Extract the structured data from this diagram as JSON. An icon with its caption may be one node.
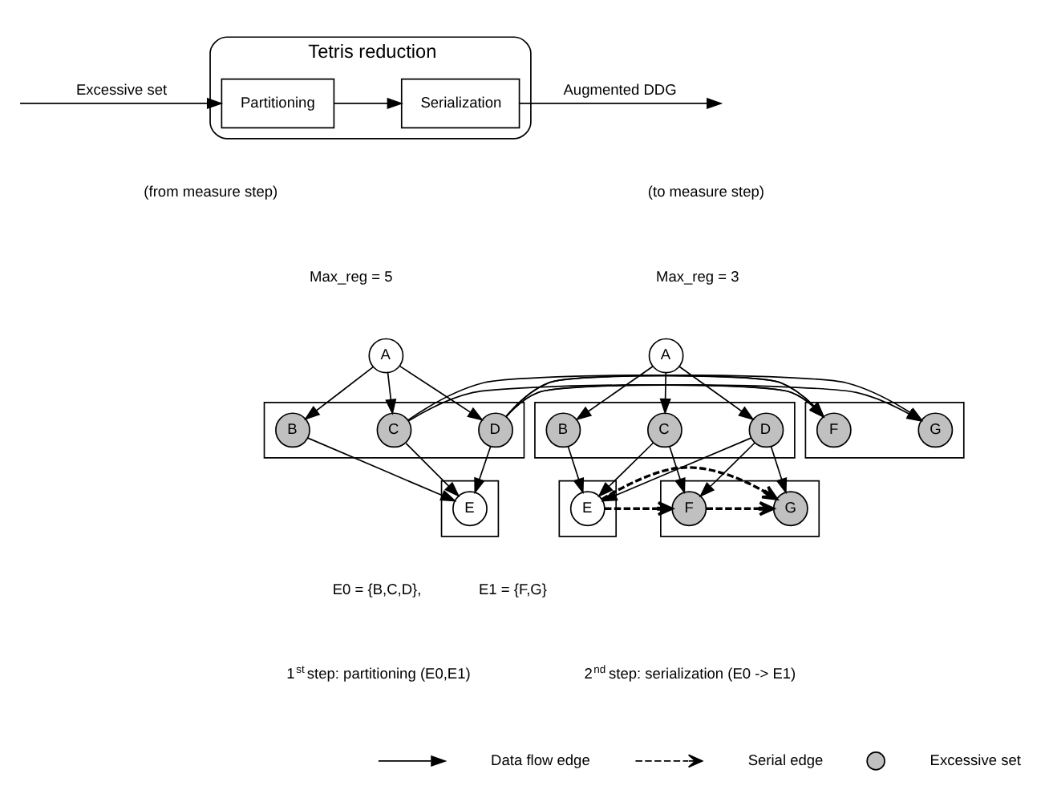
{
  "diagram": {
    "nodes": [
      {
        "text": [
          "Tetris reduction"
        ]
      },
      {
        "text": [
          "Partitioning"
        ],
        "in": 0
      },
      {
        "text": [
          "Serialization"
        ],
        "in": 0
      },
      {
        "text": [
          "A"
        ]
      },
      {
        "text": [],
        "shape": "box"
      },
      {
        "text": [
          "B"
        ],
        "in": 4
      },
      {
        "text": [
          "C"
        ],
        "in": 4
      },
      {
        "text": [
          "D"
        ],
        "in": 4
      },
      {
        "text": [],
        "shape": "box"
      },
      {
        "text": [
          "F"
        ],
        "in": 8
      },
      {
        "text": [
          "G"
        ],
        "in": 8
      },
      {
        "text": [],
        "shape": "box"
      },
      {
        "text": [
          "E"
        ],
        "in": 11
      },
      {
        "text": [
          "A"
        ]
      },
      {
        "text": [],
        "shape": "box"
      },
      {
        "text": [
          "B"
        ],
        "in": 14
      },
      {
        "text": [
          "C"
        ],
        "in": 14
      },
      {
        "text": [
          "D"
        ],
        "in": 14
      },
      {
        "text": [],
        "shape": "box"
      },
      {
        "text": [
          "E"
        ],
        "in": 18
      },
      {
        "text": [],
        "shape": "box"
      },
      {
        "text": [
          "F"
        ],
        "in": 20
      },
      {
        "text": [
          "G"
        ],
        "in": 20
      }
    ],
    "edges": [
      {
        "from": null,
        "to": 1,
        "arrow": "to",
        "label": "Excessive set"
      },
      {
        "from": 1,
        "to": 2,
        "arrow": "to"
      },
      {
        "from": 2,
        "to": null,
        "arrow": "to",
        "label": "Augmented DDG"
      },
      {
        "from": 3,
        "to": 5,
        "arrow": "to"
      },
      {
        "from": 3,
        "to": 6,
        "arrow": "to"
      },
      {
        "from": 3,
        "to": 7,
        "arrow": "to"
      },
      {
        "from": 5,
        "to": 12,
        "arrow": "to"
      },
      {
        "from": 6,
        "to": 12,
        "arrow": "to"
      },
      {
        "from": 7,
        "to": 12,
        "arrow": "to"
      },
      {
        "from": 6,
        "to": 9,
        "arrow": "to"
      },
      {
        "from": 7,
        "to": 9,
        "arrow": "to"
      },
      {
        "from": 7,
        "to": 10,
        "arrow": "to"
      },
      {
        "from": 13,
        "to": 15,
        "arrow": "to"
      },
      {
        "from": 13,
        "to": 16,
        "arrow": "to"
      },
      {
        "from": 13,
        "to": 17,
        "arrow": "to"
      },
      {
        "from": 15,
        "to": 19,
        "arrow": "to"
      },
      {
        "from": 16,
        "to": 19,
        "arrow": "to"
      },
      {
        "from": 17,
        "to": 19,
        "arrow": "to"
      },
      {
        "from": 16,
        "to": 21,
        "arrow": "to"
      },
      {
        "from": 17,
        "to": 21,
        "arrow": "to"
      },
      {
        "from": 17,
        "to": 22,
        "arrow": "to"
      },
      {
        "from": 19,
        "to": 21,
        "arrow": "to",
        "style": "dashed"
      },
      {
        "from": 19,
        "to": 22,
        "arrow": "to",
        "style": "dashed"
      },
      {
        "from": 21,
        "to": 22,
        "arrow": "to",
        "style": "dashed"
      }
    ],
    "labels": [
      "(from measure step)",
      "(to measure step)",
      "Max_reg = 5",
      "Max_reg = 3",
      "E0 = {B,C,D},",
      "E1 = {F,G}",
      "1$^{st}$ step: partitioning (E0,E1)",
      "2$^{nd}$ step: serialization (E0 -> E1)"
    ],
    "legend": [
      {
        "text": "Data flow edge"
      },
      {
        "text": "Serial edge"
      },
      {
        "text": "Excessive set",
        "color": "#c0c0c0"
      }
    ]
  }
}
